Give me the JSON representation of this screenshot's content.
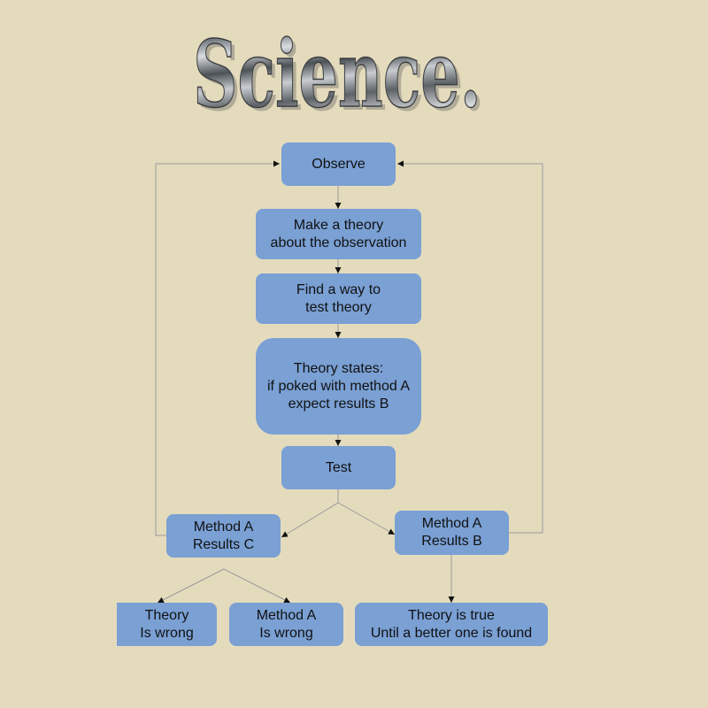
{
  "title": "Science.",
  "nodes": {
    "observe": "Observe",
    "make_theory": "Make a theory\nabout the observation",
    "find_way": "Find a way to\n test theory",
    "theory_states": "Theory states:\nif poked with method A\nexpect results B",
    "test": "Test",
    "results_c": "Method A\nResults C",
    "results_b": "Method A\nResults B",
    "theory_wrong": "Theory\nIs wrong",
    "method_wrong": "Method A\nIs wrong",
    "theory_true": "Theory is true\nUntil a better one is found"
  },
  "colors": {
    "background": "#e4dbbd",
    "box": "#7aa0d4",
    "line": "#9a9a9a",
    "arrow": "#111111"
  }
}
